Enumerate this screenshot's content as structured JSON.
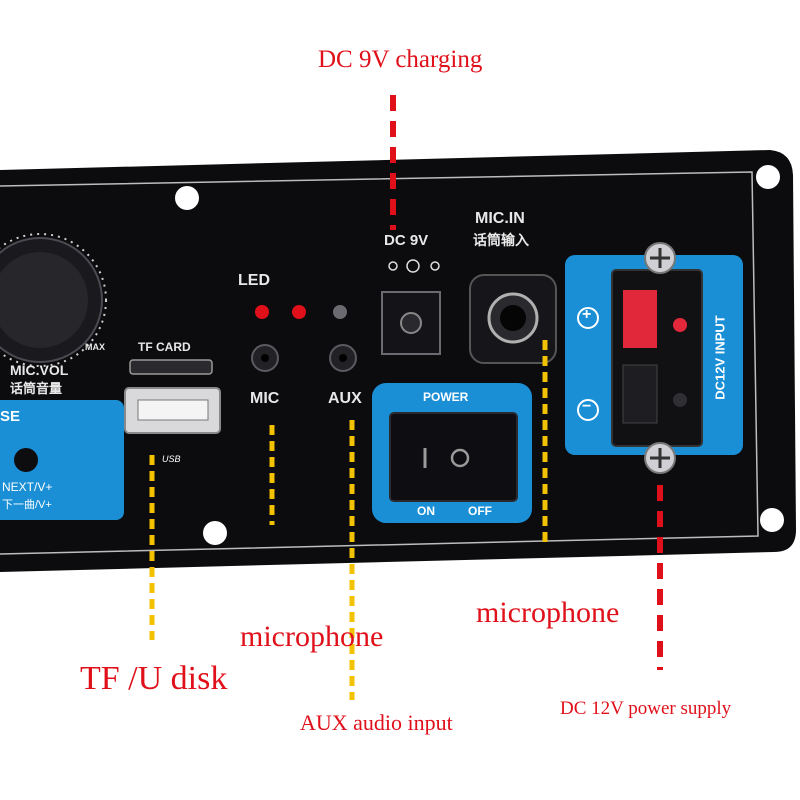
{
  "annotations": {
    "dc9v_charging": "DC 9V charging",
    "tf_u_disk": "TF /U disk",
    "microphone_left": "microphone",
    "aux_audio_input": "AUX audio input",
    "microphone_right": "microphone",
    "dc12v_power_supply": "DC 12V power supply"
  },
  "panel": {
    "mic_vol": "MIC.VOL",
    "mic_vol_cn": "话筒音量",
    "max": "MAX",
    "tf_card": "TF CARD",
    "usb": "USB",
    "led": "LED",
    "mic": "MIC",
    "aux": "AUX",
    "dc9v": "DC 9V",
    "mic_in": "MIC.IN",
    "mic_in_cn": "话筒输入",
    "power": "POWER",
    "on": "ON",
    "off": "OFF",
    "dc12v_input": "DC12V INPUT",
    "plus": "+",
    "minus": "−",
    "se": "SE",
    "next": "NEXT/V+",
    "next_cn": "下一曲/V+"
  },
  "colors": {
    "panel_black": "#0c0c0f",
    "accent_blue": "#1b8fd6",
    "annotation_red": "#e0101a",
    "dash_yellow": "#f2c200",
    "led_red": "#e0101a",
    "terminal_red": "#e0283a"
  }
}
